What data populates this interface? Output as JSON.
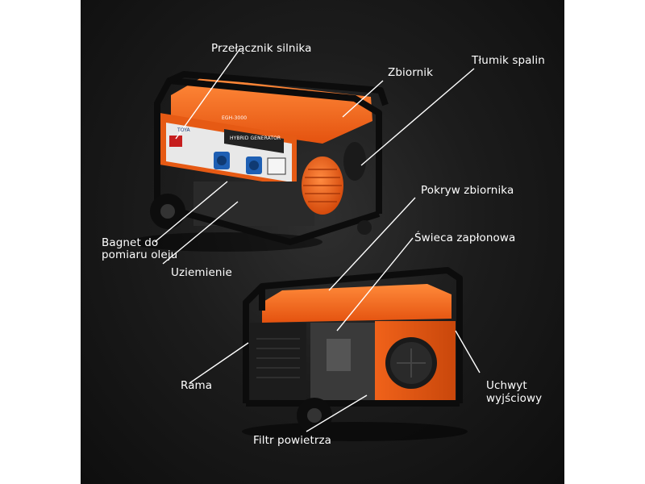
{
  "labels": {
    "engine_switch": "Przełącznik silnika",
    "tank": "Zbiornik",
    "muffler": "Tłumik spalin",
    "tank_cap": "Pokryw zbiornika",
    "spark_plug": "Świeca zapłonowa",
    "dipstick_line1": "Bagnet do",
    "dipstick_line2": "pomiaru oleju",
    "grounding": "Uziemienie",
    "frame": "Rama",
    "output_handle_line1": "Uchwyt",
    "output_handle_line2": "wyjściowy",
    "air_filter": "Filtr powietrza"
  },
  "panel": {
    "brand": "TOYA",
    "model": "EGH-3000",
    "product_name": "HYBRID GENERATOR"
  },
  "colors": {
    "background": "#121212",
    "accent_orange": "#ff6a1a",
    "frame_black": "#0b0b0b",
    "label_text": "#ffffff",
    "leader_line": "#ffffff"
  }
}
